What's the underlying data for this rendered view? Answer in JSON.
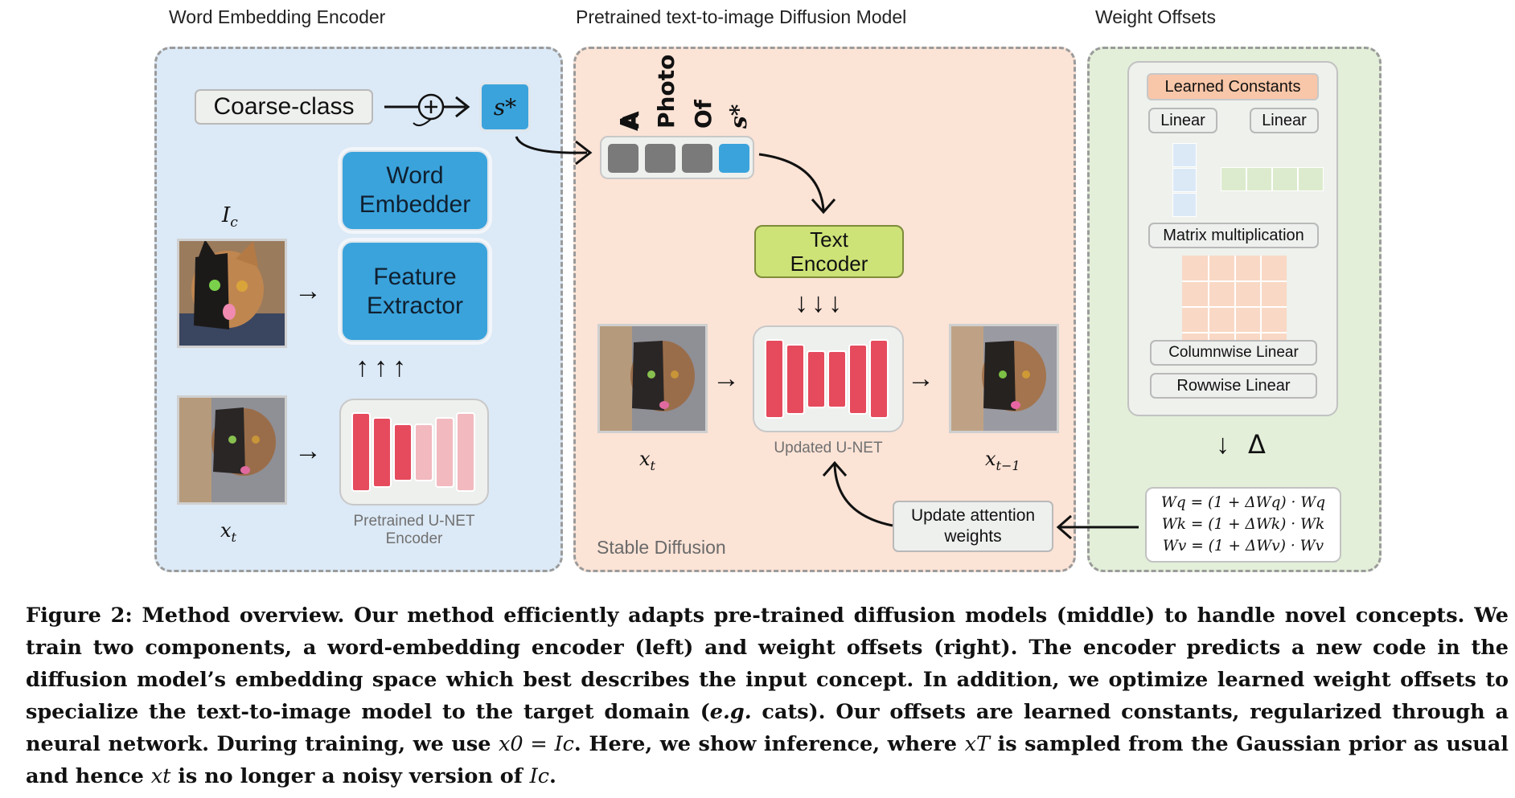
{
  "sections": {
    "left_title": "Word Embedding Encoder",
    "middle_title": "Pretrained text-to-image Diffusion Model",
    "right_title": "Weight Offsets"
  },
  "left": {
    "coarse_class": "Coarse-class",
    "plus_symbol": "+",
    "s_star": "s*",
    "word_embedder": "Word Embedder",
    "feature_extractor": "Feature Extractor",
    "ic_label": "I",
    "ic_sub": "c",
    "xt_label": "x",
    "xt_sub": "t",
    "unet_label_1": "Pretrained U-NET",
    "unet_label_2": "Encoder"
  },
  "middle": {
    "tokens": [
      "A",
      "Photo",
      "Of",
      "s*"
    ],
    "text_encoder": "Text Encoder",
    "updated_unet": "Updated U-NET",
    "xt_label": "x",
    "xt_sub": "t",
    "xt1_label": "x",
    "xt1_sub": "t−1",
    "stable_diffusion": "Stable Diffusion",
    "update_attention": "Update attention weights"
  },
  "right": {
    "learned_constants": "Learned Constants",
    "linear_1": "Linear",
    "linear_2": "Linear",
    "matrix_mult": "Matrix multiplication",
    "columnwise_linear": "Columnwise Linear",
    "rowwise_linear": "Rowwise Linear",
    "delta": "Δ",
    "eq_q": "Wq = (1 + ΔWq) · Wq",
    "eq_k": "Wk = (1 + ΔWk) · Wk",
    "eq_v": "Wv = (1 + ΔWv) · Wv"
  },
  "caption": {
    "p1": "Figure 2: Method overview. Our method efficiently adapts pre-trained diffusion models (middle) to handle novel concepts. We train two components, a word-embedding encoder (left) and weight offsets (right). The encoder predicts a new code in the diffusion model’s embedding space which best describes the input concept. In addition, we optimize learned weight offsets to specialize the text-to-image model to the target domain (",
    "eg": "e.g.",
    "p2": " cats). Our offsets are learned constants, regularized through a neural network. During training, we use ",
    "x0": "x0 = Ic",
    "p3": ". Here, we show inference, where ",
    "xT": "xT",
    "p4": " is sampled from the Gaussian prior as usual and hence ",
    "xt": "xt",
    "p5": " is no longer a noisy version of ",
    "Ic": "Ic",
    "p6": "."
  },
  "colors": {
    "left_bg": "#dce9f6",
    "middle_bg": "#fbe3d6",
    "right_bg": "#e3efd9",
    "blue_block": "#3aa3dc",
    "unet_red": "#e54b5d",
    "unet_pink": "#f2b9bf",
    "text_encoder": "#cde377",
    "learned_constants": "#f8c6a8"
  }
}
